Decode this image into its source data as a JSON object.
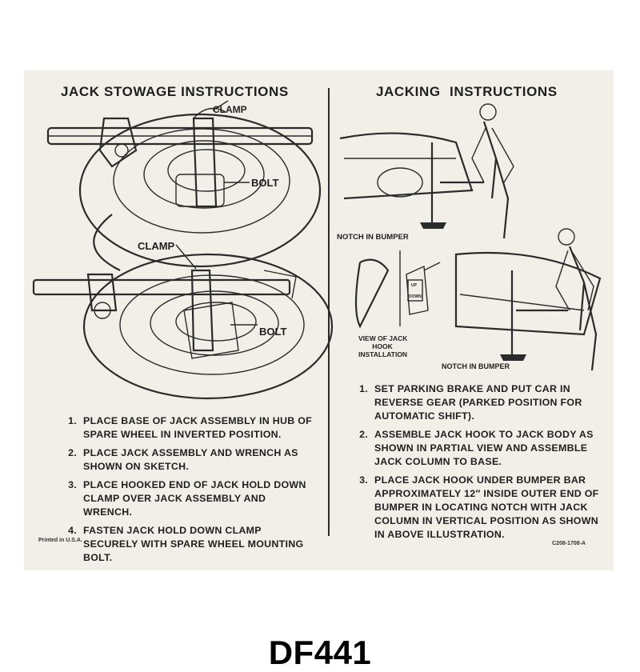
{
  "left": {
    "title": "JACK STOWAGE INSTRUCTIONS",
    "callouts": {
      "clamp_top": "CLAMP",
      "bolt_top": "BOLT",
      "clamp_bottom": "CLAMP",
      "bolt_bottom": "BOLT"
    },
    "steps": [
      {
        "num": "1.",
        "text": "PLACE BASE OF JACK ASSEMBLY IN HUB OF SPARE WHEEL IN INVERTED POSITION."
      },
      {
        "num": "2.",
        "text": "PLACE JACK ASSEMBLY AND WRENCH AS SHOWN ON SKETCH."
      },
      {
        "num": "3.",
        "text": "PLACE HOOKED END OF JACK HOLD DOWN CLAMP OVER JACK ASSEMBLY AND WRENCH."
      },
      {
        "num": "4.",
        "text": "FASTEN JACK HOLD DOWN CLAMP SECURELY WITH SPARE WHEEL MOUNTING BOLT."
      }
    ],
    "printed": "Printed in U.S.A."
  },
  "right": {
    "title": "JACKING INSTRUCTIONS",
    "callouts": {
      "notch_top": "NOTCH IN BUMPER",
      "view_line1": "VIEW OF JACK",
      "view_line2": "HOOK",
      "view_line3": "INSTALLATION",
      "notch_bottom": "NOTCH IN BUMPER",
      "up": "UP",
      "down": "DOWN"
    },
    "steps": [
      {
        "num": "1.",
        "text": "SET PARKING BRAKE AND PUT CAR IN REVERSE GEAR (PARKED POSITION FOR AUTOMATIC SHIFT)."
      },
      {
        "num": "2.",
        "text": "ASSEMBLE JACK HOOK TO JACK BODY AS SHOWN IN PARTIAL VIEW AND ASSEMBLE JACK COLUMN TO BASE."
      },
      {
        "num": "3.",
        "text": "PLACE JACK HOOK UNDER BUMPER BAR APPROXIMATELY 12″ INSIDE OUTER END OF BUMPER IN LOCATING NOTCH WITH JACK COLUMN IN VERTICAL POSITION AS SHOWN IN ABOVE ILLUSTRATION."
      }
    ],
    "part_code": "C208-1708-A"
  },
  "product_code": "DF441"
}
